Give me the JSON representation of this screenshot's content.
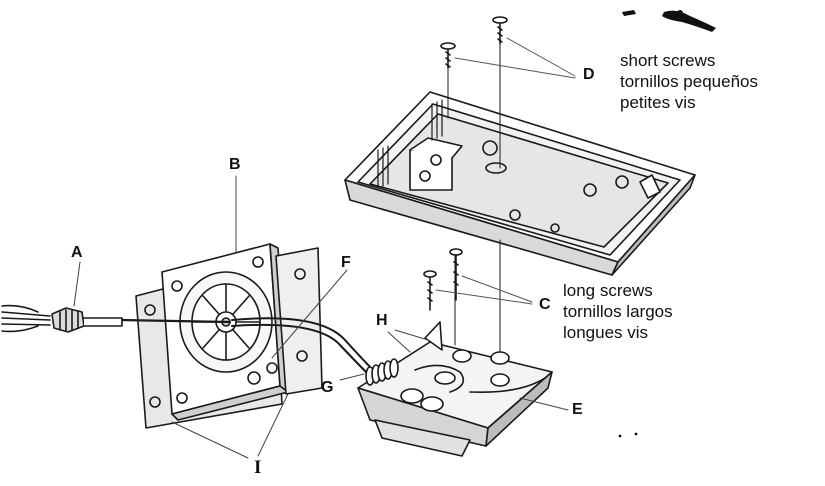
{
  "labels": {
    "A": "A",
    "B": "B",
    "C": "C",
    "D": "D",
    "E": "E",
    "F": "F",
    "G": "G",
    "H": "H",
    "I": "I"
  },
  "captions": {
    "short_screws": [
      "short screws",
      "tornillos pequeños",
      "petites vis"
    ],
    "long_screws": [
      "long screws",
      "tornillos largos",
      "longues vis"
    ]
  }
}
